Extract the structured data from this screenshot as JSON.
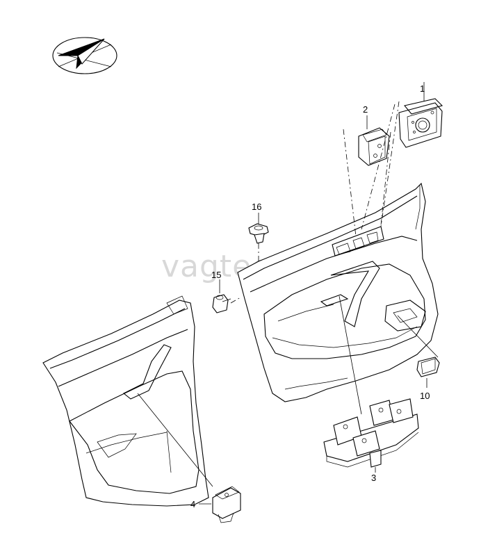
{
  "watermark": "vagtec.ru",
  "logo_icon": "direction-arrow-ellipse-logo",
  "parts": [
    {
      "id": "part-1",
      "number": "1"
    },
    {
      "id": "part-2",
      "number": "2"
    },
    {
      "id": "part-3",
      "number": "3"
    },
    {
      "id": "part-4",
      "number": "4"
    },
    {
      "id": "part-10",
      "number": "10"
    },
    {
      "id": "part-15",
      "number": "15"
    },
    {
      "id": "part-16",
      "number": "16"
    }
  ]
}
